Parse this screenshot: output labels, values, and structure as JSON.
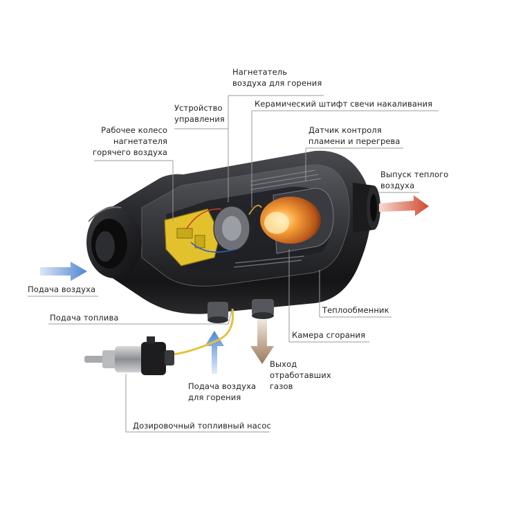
{
  "labels": {
    "blower_air": [
      "Нагнетатель",
      "воздуха для горения"
    ],
    "control_unit": [
      "Устройство",
      "управления"
    ],
    "ceramic_pin": [
      "Керамический штифт свечи накаливания"
    ],
    "hot_air_wheel": [
      "Рабочее колесо",
      "нагнетателя",
      "горячего воздуха"
    ],
    "flame_sensor": [
      "Датчик контроля",
      "пламени и перегрева"
    ],
    "warm_air_out": [
      "Выпуск теплого",
      "воздуха"
    ],
    "air_in": [
      "Подача воздуха"
    ],
    "fuel_in": [
      "Подача топлива"
    ],
    "heat_exchanger": [
      "Теплообменник"
    ],
    "combustion_chamber": [
      "Камера сгорания"
    ],
    "exhaust": [
      "Выход",
      "отработавших",
      "газов"
    ],
    "combustion_air": [
      "Подача воздуха",
      "для горения"
    ],
    "dosing_pump": [
      "Дозировочный топливный насос"
    ]
  },
  "colors": {
    "air_arrow": "#5e8fd6",
    "warm_arrow": "#d6583b",
    "exhaust_arrow": "#9a7e60",
    "fuel_line": "#e6c23a",
    "body": "#1c1c1e",
    "flame": "#f08a2a",
    "control_board": "#e2c12c"
  }
}
